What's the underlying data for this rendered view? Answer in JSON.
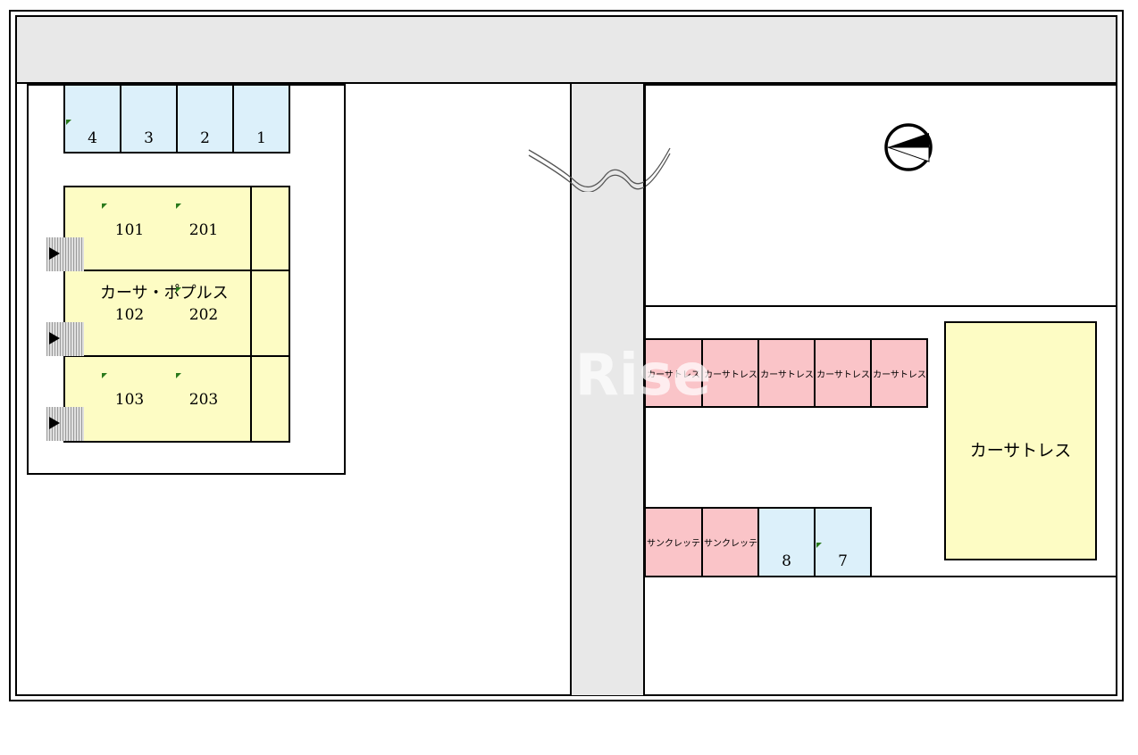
{
  "parking_left": [
    "4",
    "3",
    "2",
    "1"
  ],
  "units": [
    {
      "a": "101",
      "b": "201"
    },
    {
      "a": "102",
      "b": "202"
    },
    {
      "a": "103",
      "b": "203"
    }
  ],
  "building_left_name": "カーサ・ポプルス",
  "reserved_spots": [
    "カーサトレス",
    "カーサトレス",
    "カーサトレス",
    "カーサトレス",
    "カーサトレス"
  ],
  "bottom_spots": {
    "pink": [
      "サンクレッテ",
      "サンクレッテ"
    ],
    "blue": [
      "8",
      "7"
    ]
  },
  "building_right_name": "カーサトレス",
  "watermark": ":Rise",
  "icons": {
    "compass": "north-arrow-icon",
    "road_break": "road-break-icon",
    "entrance": "entrance-arrow-icon"
  },
  "colors": {
    "road": "#e8e8e8",
    "parking": "#dcf0fa",
    "reserved": "#fac4c8",
    "building": "#fdfcc4"
  }
}
